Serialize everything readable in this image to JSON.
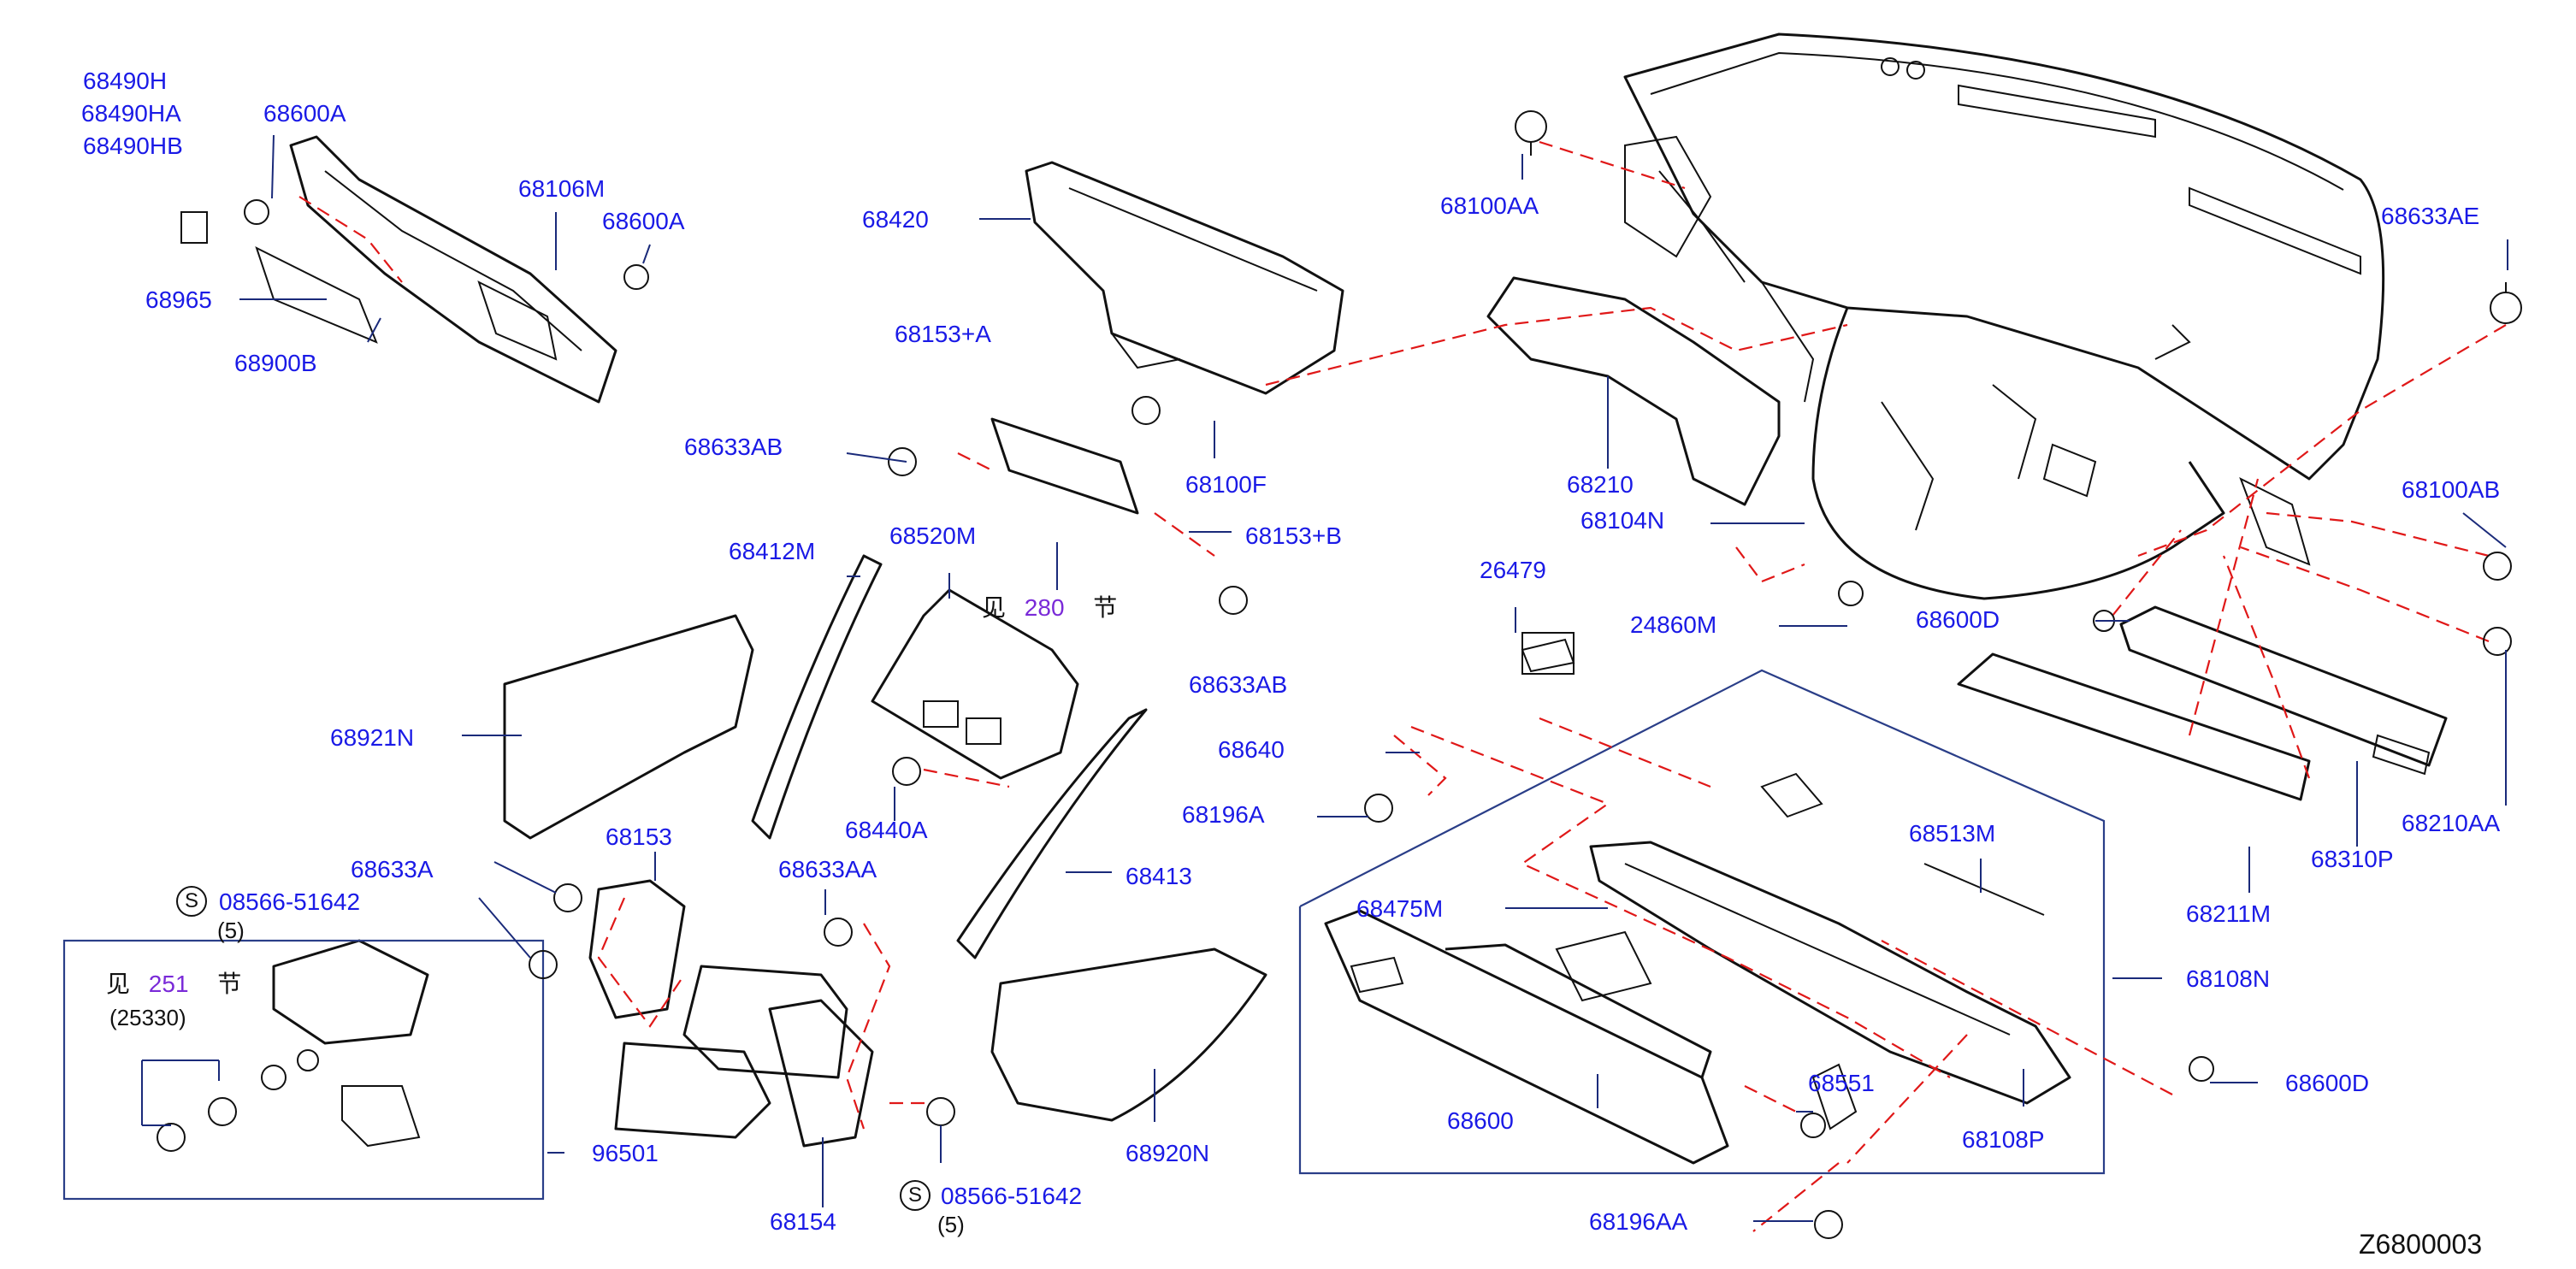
{
  "diagram_code": "Z6800003",
  "labels": {
    "p68490H": "68490H",
    "p68490HA": "68490HA",
    "p68490HB": "68490HB",
    "p68600A_1": "68600A",
    "p68106M": "68106M",
    "p68600A_2": "68600A",
    "p68965": "68965",
    "p68900B": "68900B",
    "p68420": "68420",
    "p68153A": "68153+A",
    "p68633AB_1": "68633AB",
    "p68100F": "68100F",
    "p68153B": "68153+B",
    "p68633AB_2": "68633AB",
    "p68412M": "68412M",
    "p68520M": "68520M",
    "p68921N": "68921N",
    "p68440A": "68440A",
    "p68153": "68153",
    "p68633A": "68633A",
    "p08566_1": "08566-51642",
    "qty_1": "(5)",
    "p68633AA": "68633AA",
    "p68413": "68413",
    "p25330": "(25330)",
    "p96501": "96501",
    "p68920N": "68920N",
    "p08566_2": "08566-51642",
    "qty_2": "(5)",
    "p68154": "68154",
    "p68100AA": "68100AA",
    "p68210": "68210",
    "p68104N": "68104N",
    "p26479": "26479",
    "p24860M": "24860M",
    "p68600D_1": "68600D",
    "p68640": "68640",
    "p68196A": "68196A",
    "p68633AE": "68633AE",
    "p68100AB": "68100AB",
    "p68210AA": "68210AA",
    "p68310P": "68310P",
    "p68211M": "68211M",
    "p68513M": "68513M",
    "p68108N": "68108N",
    "p68475M": "68475M",
    "p68600": "68600",
    "p68551": "68551",
    "p68108P": "68108P",
    "p68600D_2": "68600D",
    "p68196AA": "68196AA"
  },
  "refs": {
    "see_280_prefix": "见",
    "see_280_page": "280",
    "see_280_suffix": "节",
    "see_251_prefix": "见",
    "see_251_page": "251",
    "see_251_suffix": "节"
  },
  "symbols": {
    "s1": "S",
    "s2": "S"
  },
  "colors": {
    "label": "#1a1ae6",
    "leader": "#1a2a7a",
    "dashed": "#e01818",
    "page_ref": "#7a2ad8"
  }
}
